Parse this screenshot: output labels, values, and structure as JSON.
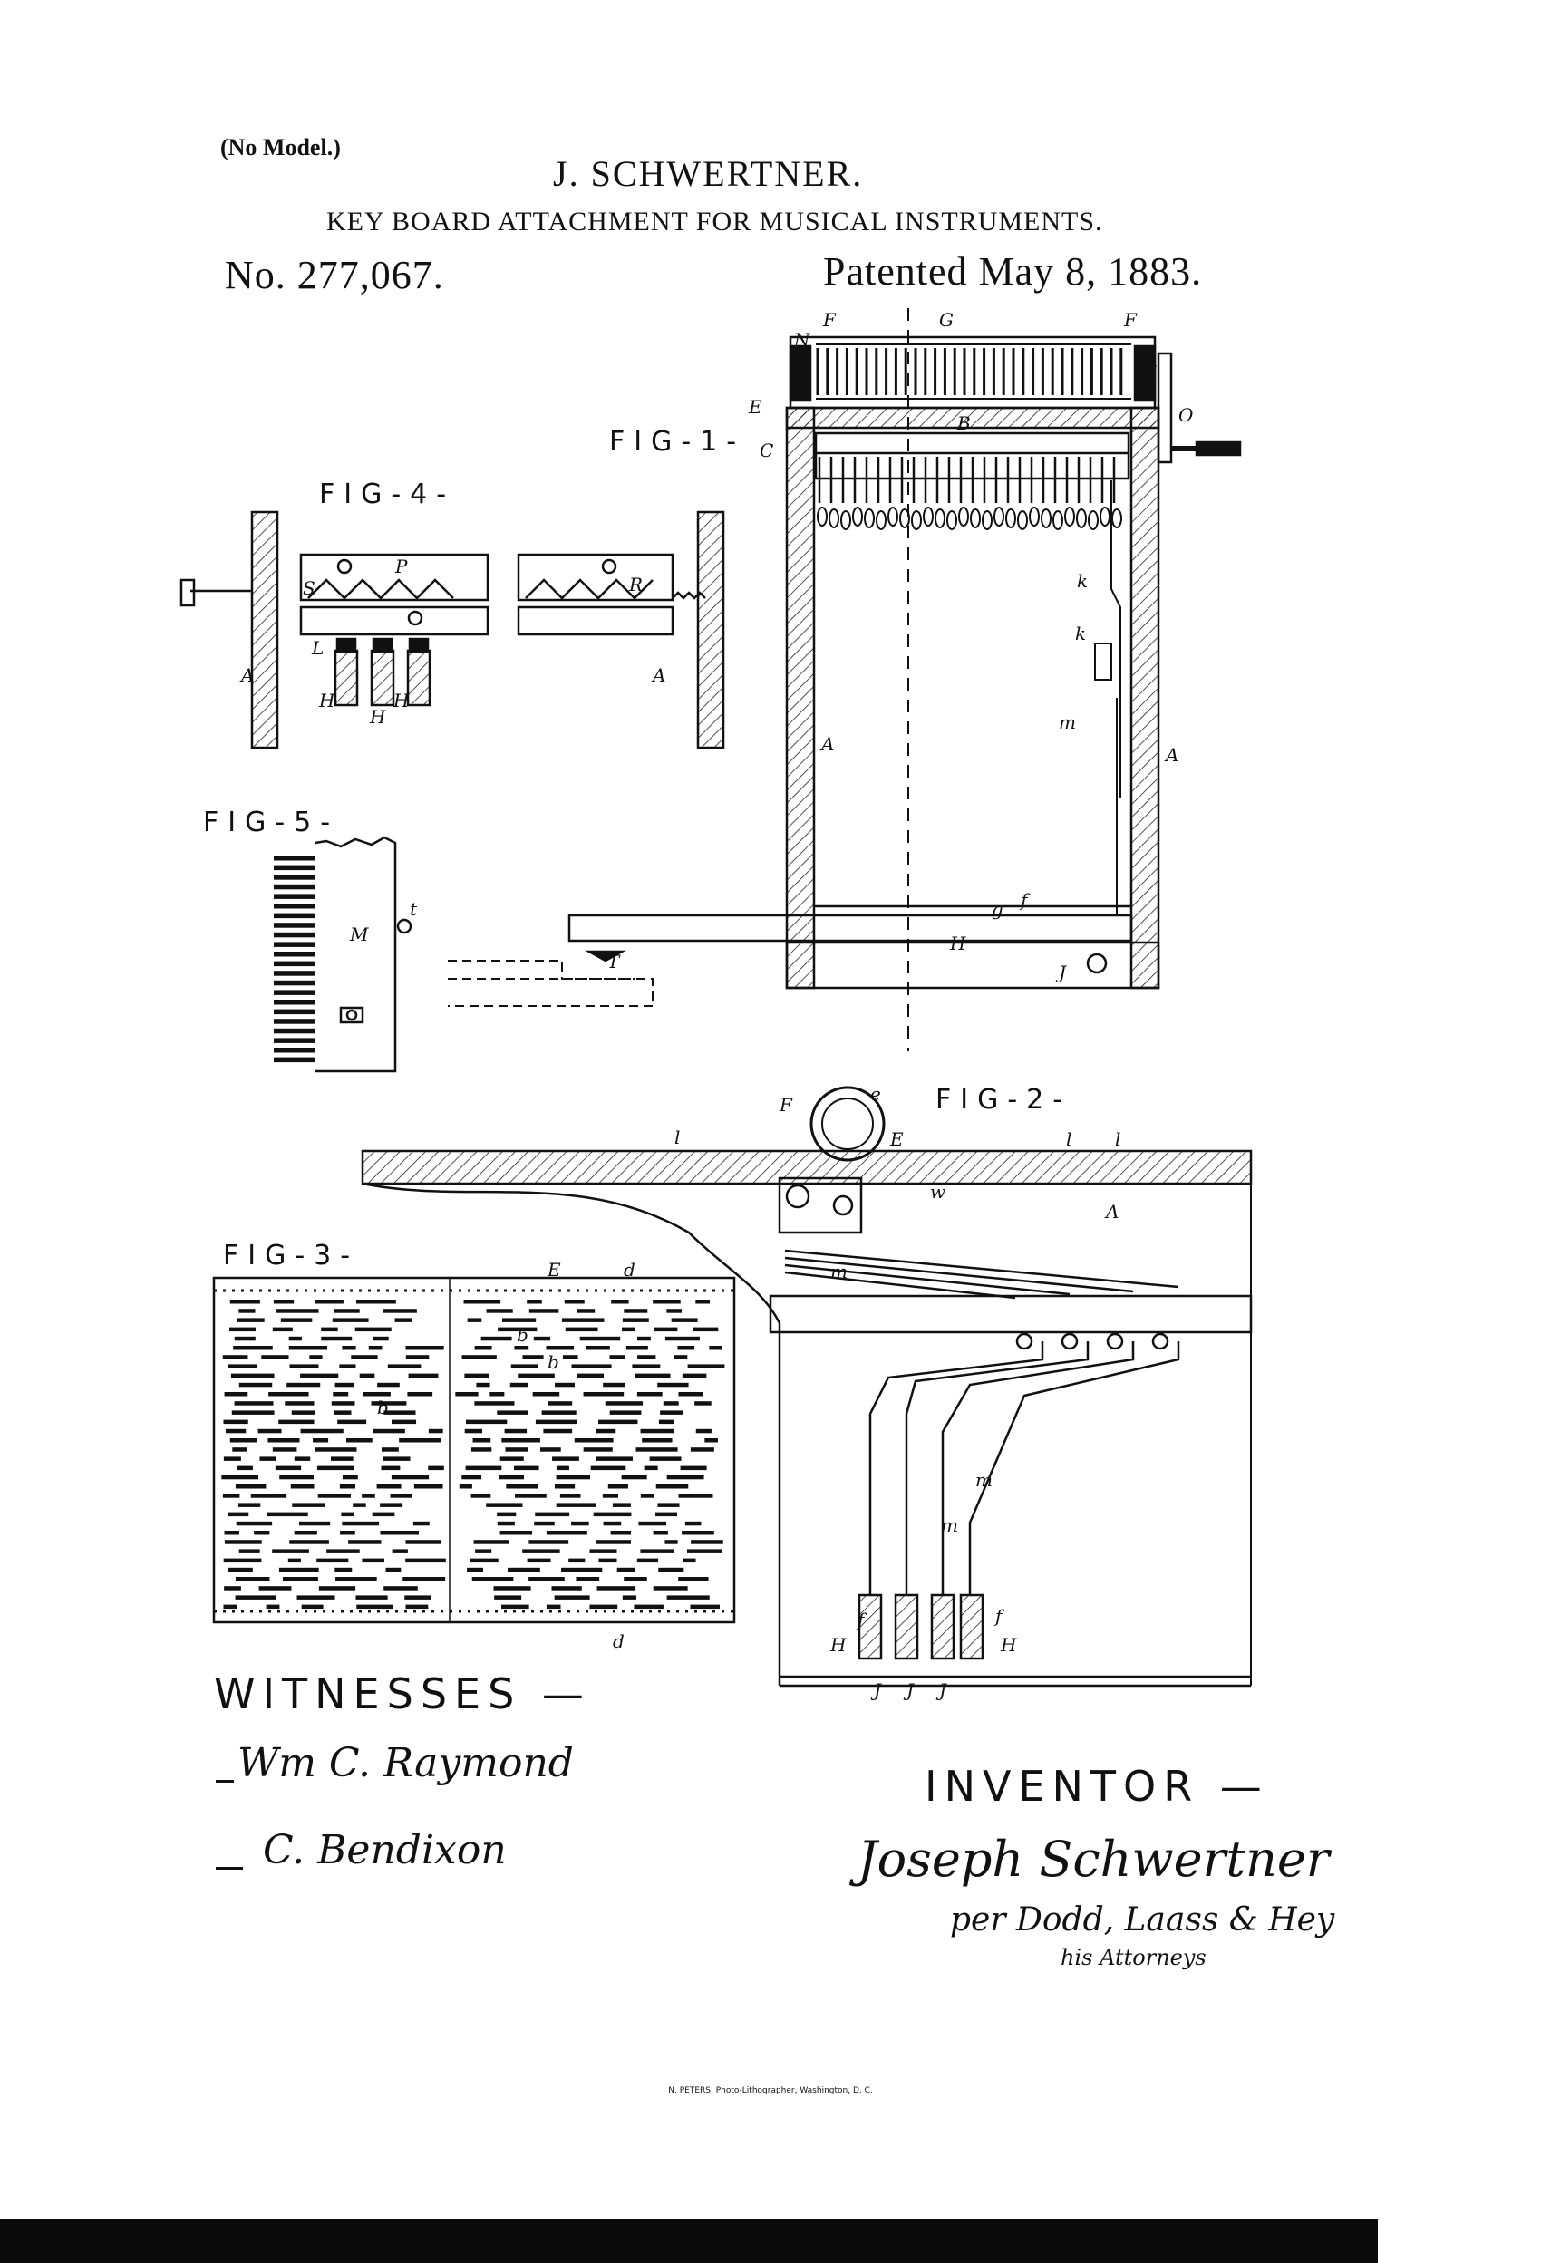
{
  "header": {
    "model_note": "(No Model.)",
    "inventor": "J. SCHWERTNER.",
    "title": "KEY BOARD ATTACHMENT FOR MUSICAL INSTRUMENTS.",
    "patent_number": "No. 277,067.",
    "patent_date": "Patented May 8, 1883."
  },
  "figures": {
    "fig1": "FIG-1-",
    "fig2": "FIG-2-",
    "fig3": "FIG-3-",
    "fig4": "FIG-4-",
    "fig5": "FIG-5-"
  },
  "witnesses": {
    "heading": "WITNESSES —",
    "names": [
      "Wm C. Raymond",
      "C. Bendixon"
    ]
  },
  "inventor_block": {
    "heading": "INVENTOR —",
    "signature": "Joseph Schwertner",
    "per_line": "per Dodd, Laass & Hey",
    "attorney_note": "his Attorneys"
  },
  "printer_credit": "N. PETERS, Photo-Lithographer, Washington, D. C."
}
